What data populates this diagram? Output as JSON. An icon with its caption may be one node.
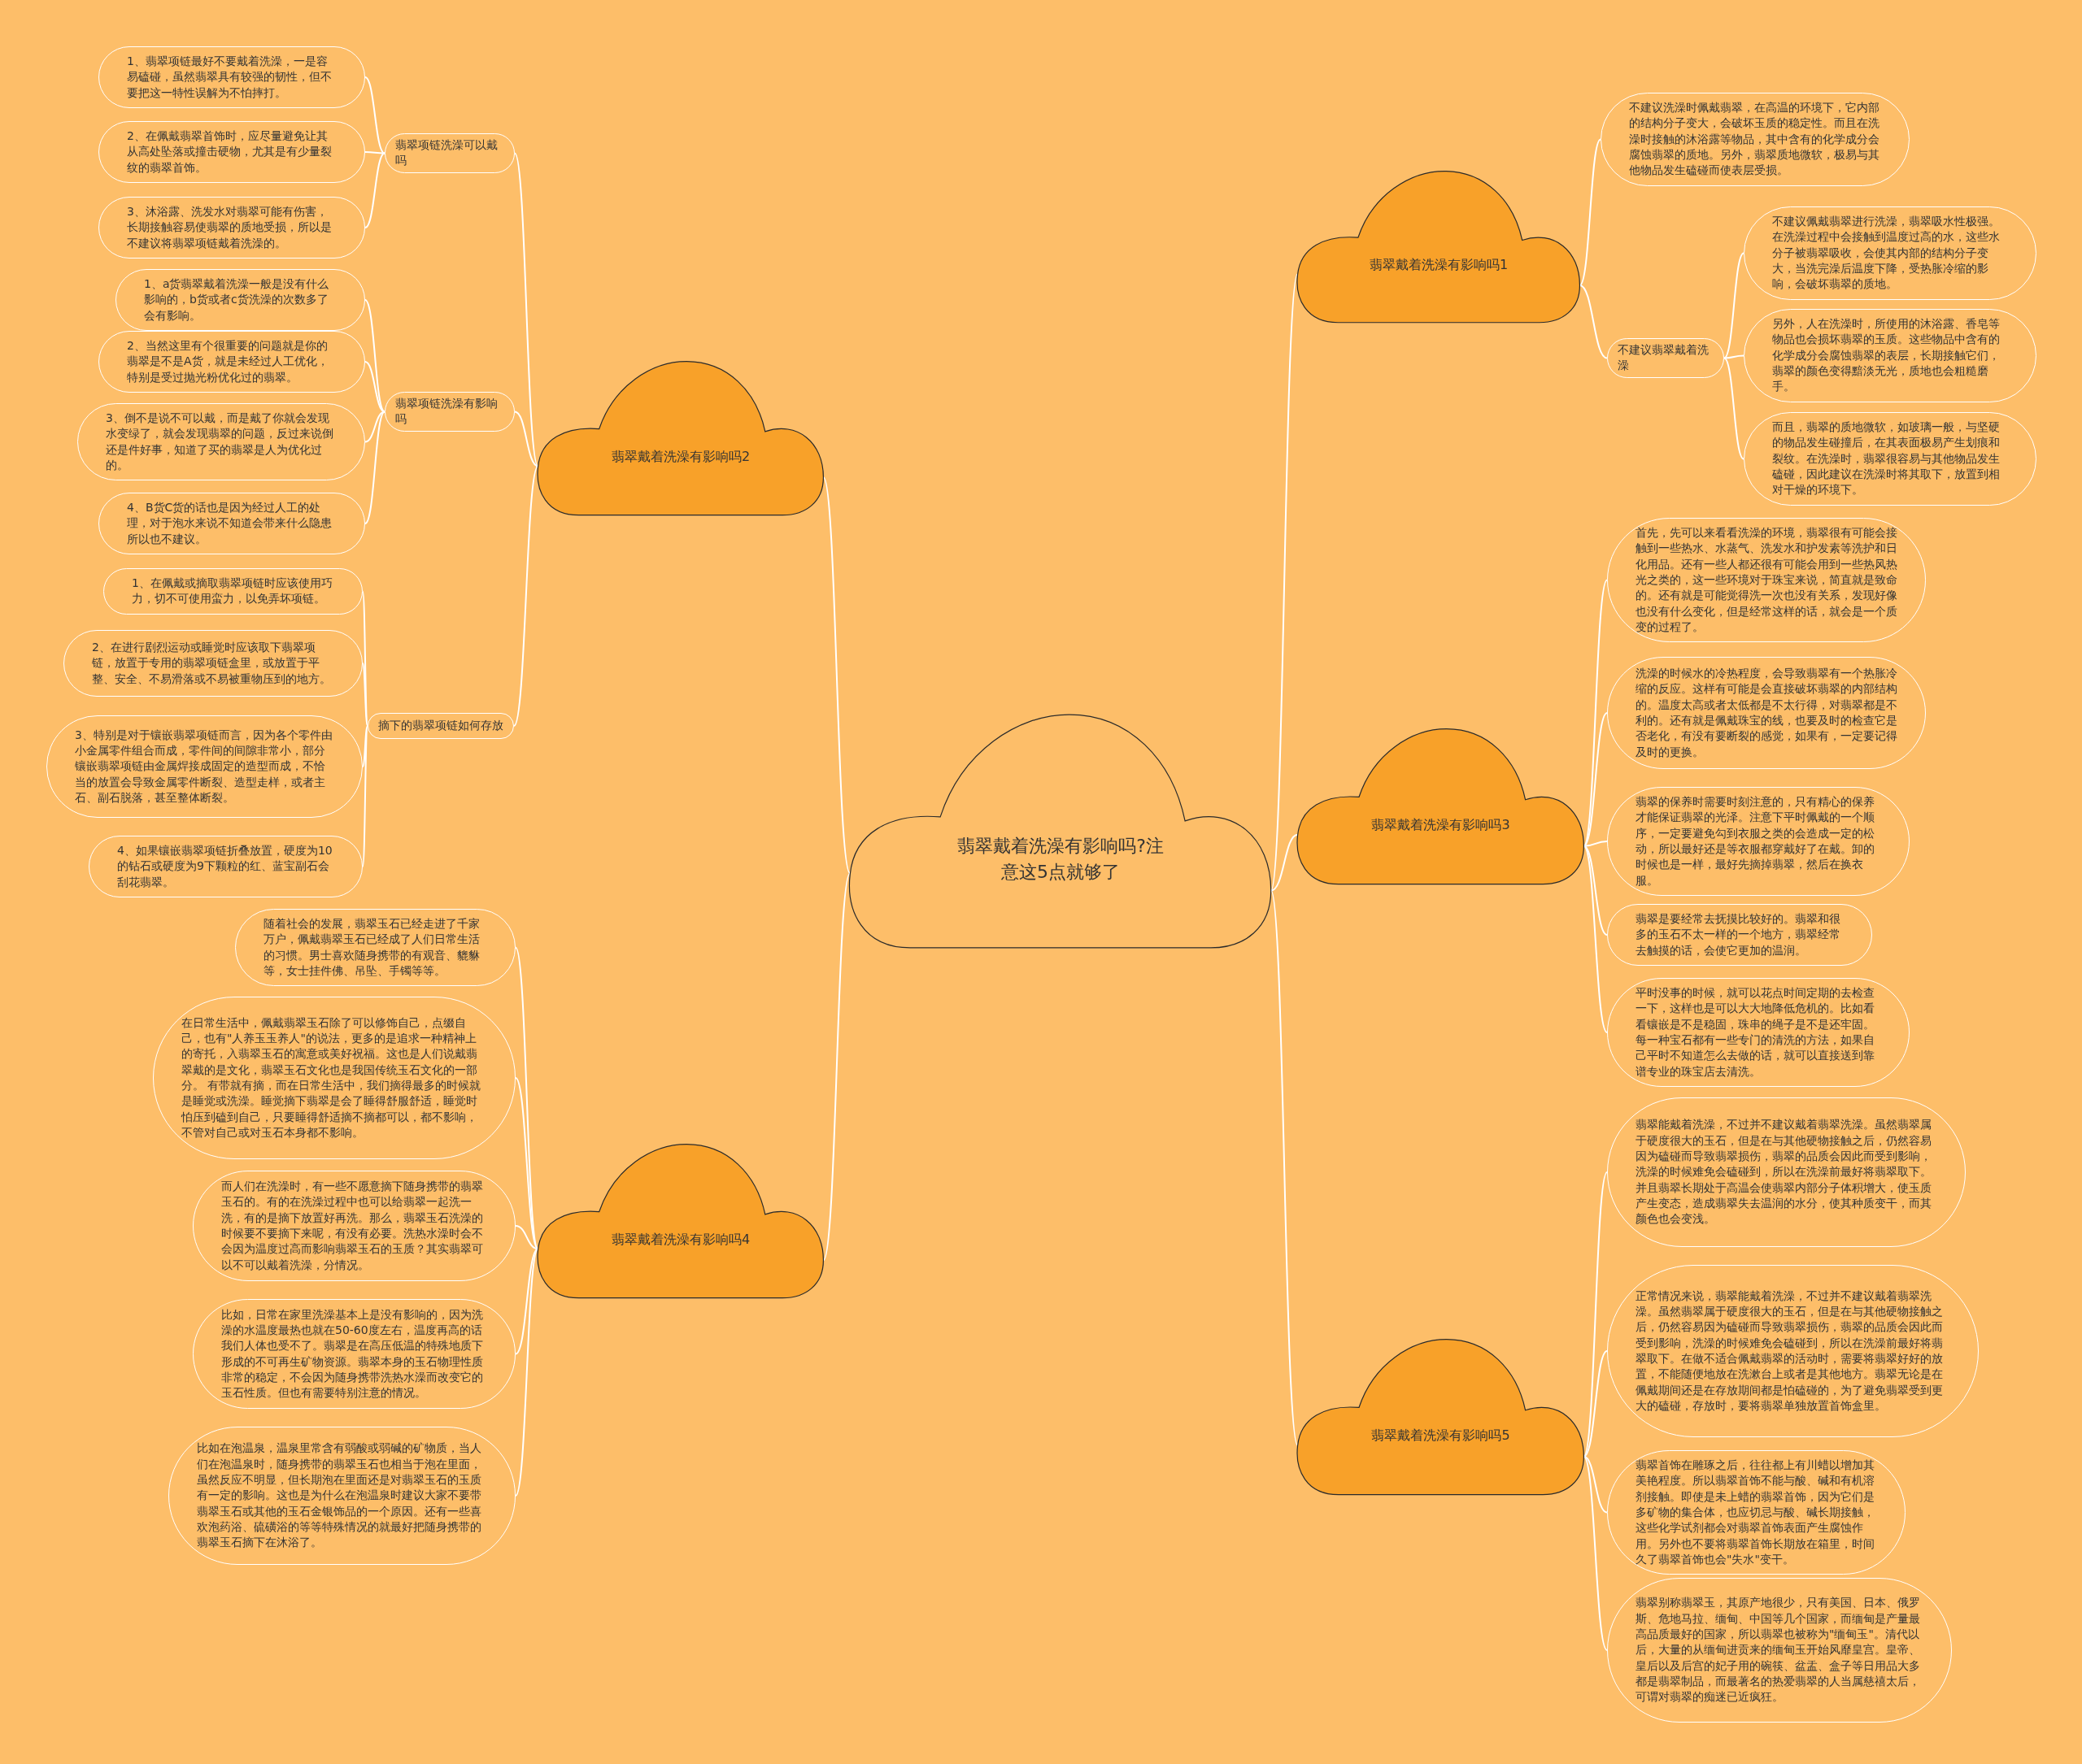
{
  "diagram": {
    "nodes": [
      {
        "text": [
          "翡翠戴着洗澡有影响吗?注意这5点就够了"
        ]
      },
      {
        "text": [
          "翡翠戴着洗澡有影响吗1"
        ]
      },
      {
        "text": [
          "不建议洗澡时佩戴翡翠，在高温的环境下，它内部的结构分子变大，会破坏玉质的稳定性。而且在洗澡时接触的沐浴露等物品，其中含有的化学成分会腐蚀翡翠的质地。另外，翡翠质地微软，极易与其他物品发生磕碰而使表层受损。"
        ]
      },
      {
        "text": [
          "不建议翡翠戴着洗澡"
        ]
      },
      {
        "text": [
          "不建议佩戴翡翠进行洗澡，翡翠吸水性极强。在洗澡过程中会接触到温度过高的水，这些水分子被翡翠吸收，会使其内部的结构分子变大，当洗完澡后温度下降，受热胀冷缩的影响，会破坏翡翠的质地。"
        ]
      },
      {
        "text": [
          "另外，人在洗澡时，所使用的沐浴露、香皂等物品也会损坏翡翠的玉质。这些物品中含有的化学成分会腐蚀翡翠的表层，长期接触它们，翡翠的颜色变得黯淡无光，质地也会粗糙磨手。"
        ]
      },
      {
        "text": [
          "而且，翡翠的质地微软，如玻璃一般，与坚硬的物品发生碰撞后，在其表面极易产生划痕和裂纹。在洗澡时，翡翠很容易与其他物品发生磕碰，因此建议在洗澡时将其取下，放置到相对干燥的环境下。"
        ]
      },
      {
        "text": [
          "翡翠戴着洗澡有影响吗2"
        ]
      },
      {
        "text": [
          "翡翠项链洗澡可以戴吗"
        ]
      },
      {
        "text": [
          "1、翡翠项链最好不要戴着洗澡，一是容易磕碰，虽然翡翠具有较强的韧性，但不要把这一特性误解为不怕摔打。"
        ]
      },
      {
        "text": [
          "2、在佩戴翡翠首饰时，应尽量避免让其从高处坠落或撞击硬物，尤其是有少量裂纹的翡翠首饰。"
        ]
      },
      {
        "text": [
          "3、沐浴露、洗发水对翡翠可能有伤害，长期接触容易使翡翠的质地受损，所以是不建议将翡翠项链戴着洗澡的。"
        ]
      },
      {
        "text": [
          "翡翠项链洗澡有影响吗"
        ]
      },
      {
        "text": [
          "1、a货翡翠戴着洗澡一般是没有什么影响的，b货或者c货洗澡的次数多了会有影响。"
        ]
      },
      {
        "text": [
          "2、当然这里有个很重要的问题就是你的翡翠是不是A货，就是未经过人工优化，特别是受过抛光粉优化过的翡翠。"
        ]
      },
      {
        "text": [
          "3、倒不是说不可以戴，而是戴了你就会发现水变绿了，就会发现翡翠的问题，反过来说倒还是件好事，知道了买的翡翠是人为优化过的。"
        ]
      },
      {
        "text": [
          "4、B货C货的话也是因为经过人工的处理，对于泡水来说不知道会带来什么隐患所以也不建议。"
        ]
      },
      {
        "text": [
          "摘下的翡翠项链如何存放"
        ]
      },
      {
        "text": [
          "1、在佩戴或摘取翡翠项链时应该使用巧力，切不可使用蛮力，以免弄坏项链。"
        ]
      },
      {
        "text": [
          "2、在进行剧烈运动或睡觉时应该取下翡翠项链，放置于专用的翡翠项链盒里，或放置于平整、安全、不易滑落或不易被重物压到的地方。"
        ]
      },
      {
        "text": [
          "3、特别是对于镶嵌翡翠项链而言，因为各个零件由小金属零件组合而成，零件间的间隙非常小，部分镶嵌翡翠项链由金属焊接成固定的造型而成，不恰当的放置会导致金属零件断裂、造型走样，或者主石、副石脱落，甚至整体断裂。"
        ]
      },
      {
        "text": [
          "4、如果镶嵌翡翠项链折叠放置，硬度为10的钻石或硬度为9下颗粒的红、蓝宝副石会刮花翡翠。"
        ]
      },
      {
        "text": [
          "翡翠戴着洗澡有影响吗3"
        ]
      },
      {
        "text": [
          "首先，先可以来看看洗澡的环境，翡翠很有可能会接触到一些热水、水蒸气、洗发水和护发素等洗护和日化用品。还有一些人都还很有可能会用到一些热风热光之类的，这一些环境对于珠宝来说，简直就是致命的。还有就是可能觉得洗一次也没有关系，发现好像也没有什么变化，但是经常这样的话，就会是一个质变的过程了。"
        ]
      },
      {
        "text": [
          "洗澡的时候水的冷热程度，会导致翡翠有一个热胀冷缩的反应。这样有可能是会直接破坏翡翠的内部结构的。温度太高或者太低都是不太行得，对翡翠都是不利的。还有就是佩戴珠宝的线，也要及时的检查它是否老化，有没有要断裂的感觉，如果有，一定要记得及时的更换。"
        ]
      },
      {
        "text": [
          "翡翠的保养时需要时刻注意的，只有精心的保养才能保证翡翠的光泽。注意下平时佩戴的一个顺序，一定要避免勾到衣服之类的会造成一定的松动，所以最好还是等衣服都穿戴好了在戴。卸的时候也是一样，最好先摘掉翡翠，然后在换衣服。"
        ]
      },
      {
        "text": [
          "翡翠是要经常去抚摸比较好的。翡翠和很多的玉石不太一样的一个地方，翡翠经常去触摸的话，会使它更加的温润。"
        ]
      },
      {
        "text": [
          "平时没事的时候，就可以花点时间定期的去检查一下，这样也是可以大大地降低危机的。比如看看镶嵌是不是稳固，珠串的绳子是不是还牢固。每一种宝石都有一些专门的清洗的方法，如果自己平时不知道怎么去做的话，就可以直接送到靠谱专业的珠宝店去清洗。"
        ]
      },
      {
        "text": [
          "翡翠戴着洗澡有影响吗4"
        ]
      },
      {
        "text": [
          "随着社会的发展，翡翠玉石已经走进了千家万户，佩戴翡翠玉石已经成了人们日常生活的习惯。男士喜欢随身携带的有观音、貔貅等，女士挂件佛、吊坠、手镯等等。"
        ]
      },
      {
        "text": [
          "在日常生活中，佩戴翡翠玉石除了可以修饰自己，点缀自己，也有\"人养玉玉养人\"的说法，更多的是追求一种精神上的寄托，入翡翠玉石的寓意或美好祝福。这也是人们说戴翡翠戴的是文化，翡翠玉石文化也是我国传统玉石文化的一部分。 有带就有摘，而在日常生活中，我们摘得最多的时候就是睡觉或洗澡。睡觉摘下翡翠是会了睡得舒服舒适，睡觉时怕压到磕到自己，只要睡得舒适摘不摘都可以，都不影响，不管对自己或对玉石本身都不影响。"
        ]
      },
      {
        "text": [
          "而人们在洗澡时，有一些不愿意摘下随身携带的翡翠玉石的。有的在洗澡过程中也可以给翡翠一起洗一洗，有的是摘下放置好再洗。那么，翡翠玉石洗澡的时候要不要摘下来呢，有没有必要。洗热水澡时会不会因为温度过高而影响翡翠玉石的玉质？其实翡翠可以不可以戴着洗澡，分情况。"
        ]
      },
      {
        "text": [
          "比如，日常在家里洗澡基本上是没有影响的，因为洗澡的水温度最热也就在50-60度左右，温度再高的话我们人体也受不了。翡翠是在高压低温的特殊地质下形成的不可再生矿物资源。翡翠本身的玉石物理性质非常的稳定，不会因为随身携带洗热水澡而改变它的玉石性质。但也有需要特别注意的情况。"
        ]
      },
      {
        "text": [
          "比如在泡温泉，温泉里常含有弱酸或弱碱的矿物质，当人们在泡温泉时，随身携带的翡翠玉石也相当于泡在里面，虽然反应不明显，但长期泡在里面还是对翡翠玉石的玉质有一定的影响。这也是为什么在泡温泉时建议大家不要带翡翠玉石或其他的玉石金银饰品的一个原因。还有一些喜欢泡药浴、硫磺浴的等等特殊情况的就最好把随身携带的翡翠玉石摘下在沐浴了。"
        ]
      },
      {
        "text": [
          "翡翠戴着洗澡有影响吗5"
        ]
      },
      {
        "text": [
          "翡翠能戴着洗澡，不过并不建议戴着翡翠洗澡。虽然翡翠属于硬度很大的玉石，但是在与其他硬物接触之后，仍然容易因为磕碰而导致翡翠损伤，翡翠的品质会因此而受到影响，洗澡的时候难免会磕碰到，所以在洗澡前最好将翡翠取下。并且翡翠长期处于高温会使翡翠内部分子体积增大，使玉质产生变态，造成翡翠失去温润的水分，使其种质变干，而其颜色也会变浅。"
        ]
      },
      {
        "text": [
          "正常情况来说，翡翠能戴着洗澡，不过并不建议戴着翡翠洗澡。虽然翡翠属于硬度很大的玉石，但是在与其他硬物接触之后，仍然容易因为磕碰而导致翡翠损伤，翡翠的品质会因此而受到影响，洗澡的时候难免会磕碰到，所以在洗澡前最好将翡翠取下。在做不适合佩戴翡翠的活动时，需要将翡翠好好的放置，不能随便地放在洗漱台上或者是其他地方。翡翠无论是在佩戴期间还是在存放期间都是怕磕碰的，为了避免翡翠受到更大的磕碰，存放时，要将翡翠单独放置首饰盒里。"
        ]
      },
      {
        "text": [
          "翡翠首饰在雕琢之后，往往都上有川蜡以增加其美艳程度。所以翡翠首饰不能与酸、碱和有机溶剂接触。即使是未上蜡的翡翠首饰，因为它们是多矿物的集合体，也应切忌与酸、碱长期接触，这些化学试剂都会对翡翠首饰表面产生腐蚀作用。另外也不要将翡翠首饰长期放在箱里，时间久了翡翠首饰也会\"失水\"变干。"
        ]
      },
      {
        "text": [
          "翡翠别称翡翠玉，其原产地很少，只有美国、日本、俄罗斯、危地马拉、缅甸、中国等几个国家，而缅甸是产量最高品质最好的国家，所以翡翠也被称为\"缅甸玉\"。清代以后，大量的从缅甸进贡来的缅甸玉开始风靡皇宫。皇帝、皇后以及后宫的妃子用的碗筷、盆盂、盒子等日用品大多都是翡翠制品，而最著名的热爱翡翠的人当属慈禧太后，可谓对翡翠的痴迷已近疯狂。"
        ]
      }
    ],
    "edges": [
      {
        "from": 0,
        "to": 1,
        "arrow": "none"
      },
      {
        "from": 1,
        "to": 2,
        "arrow": "none"
      },
      {
        "from": 1,
        "to": 3,
        "arrow": "none"
      },
      {
        "from": 3,
        "to": 4,
        "arrow": "none"
      },
      {
        "from": 3,
        "to": 5,
        "arrow": "none"
      },
      {
        "from": 3,
        "to": 6,
        "arrow": "none"
      },
      {
        "from": 0,
        "to": 7,
        "arrow": "none"
      },
      {
        "from": 7,
        "to": 8,
        "arrow": "none"
      },
      {
        "from": 8,
        "to": 9,
        "arrow": "none"
      },
      {
        "from": 8,
        "to": 10,
        "arrow": "none"
      },
      {
        "from": 8,
        "to": 11,
        "arrow": "none"
      },
      {
        "from": 7,
        "to": 12,
        "arrow": "none"
      },
      {
        "from": 12,
        "to": 13,
        "arrow": "none"
      },
      {
        "from": 12,
        "to": 14,
        "arrow": "none"
      },
      {
        "from": 12,
        "to": 15,
        "arrow": "none"
      },
      {
        "from": 12,
        "to": 16,
        "arrow": "none"
      },
      {
        "from": 7,
        "to": 17,
        "arrow": "none"
      },
      {
        "from": 17,
        "to": 18,
        "arrow": "none"
      },
      {
        "from": 17,
        "to": 19,
        "arrow": "none"
      },
      {
        "from": 17,
        "to": 20,
        "arrow": "none"
      },
      {
        "from": 17,
        "to": 21,
        "arrow": "none"
      },
      {
        "from": 0,
        "to": 22,
        "arrow": "none"
      },
      {
        "from": 22,
        "to": 23,
        "arrow": "none"
      },
      {
        "from": 22,
        "to": 24,
        "arrow": "none"
      },
      {
        "from": 22,
        "to": 25,
        "arrow": "none"
      },
      {
        "from": 22,
        "to": 26,
        "arrow": "none"
      },
      {
        "from": 22,
        "to": 27,
        "arrow": "none"
      },
      {
        "from": 0,
        "to": 28,
        "arrow": "none"
      },
      {
        "from": 28,
        "to": 29,
        "arrow": "none"
      },
      {
        "from": 28,
        "to": 30,
        "arrow": "none"
      },
      {
        "from": 28,
        "to": 31,
        "arrow": "none"
      },
      {
        "from": 28,
        "to": 32,
        "arrow": "none"
      },
      {
        "from": 28,
        "to": 33,
        "arrow": "none"
      },
      {
        "from": 0,
        "to": 34,
        "arrow": "none"
      },
      {
        "from": 34,
        "to": 35,
        "arrow": "none"
      },
      {
        "from": 34,
        "to": 36,
        "arrow": "none"
      },
      {
        "from": 34,
        "to": 37,
        "arrow": "none"
      },
      {
        "from": 34,
        "to": 38,
        "arrow": "none"
      }
    ]
  }
}
